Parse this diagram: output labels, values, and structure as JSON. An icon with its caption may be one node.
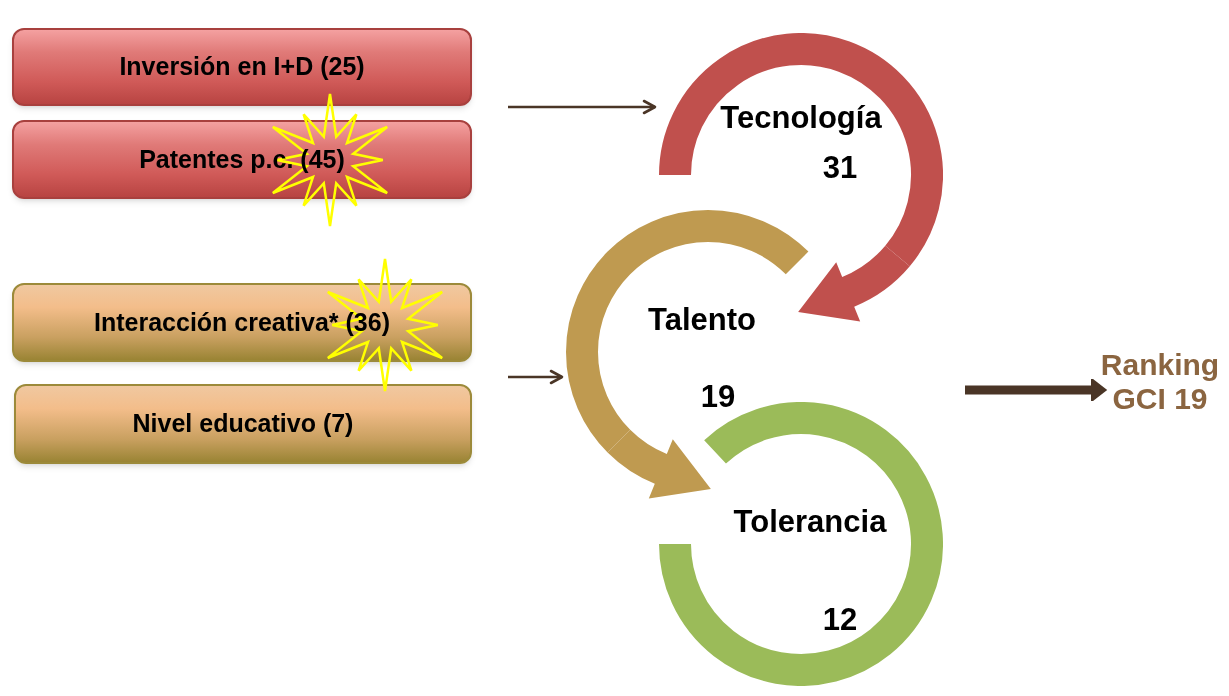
{
  "diagram": {
    "nodes": [
      {
        "text": [
          "Inversión en I+D (25)"
        ]
      },
      {
        "text": [
          "Patentes p.c. (45)"
        ]
      },
      {
        "text": [
          "Interacción creativa* (36)"
        ]
      },
      {
        "text": [
          "Nivel educativo (7)"
        ]
      },
      {
        "text": [
          "Tecnología",
          "31"
        ]
      },
      {
        "text": [
          "Talento",
          "19"
        ]
      },
      {
        "text": [
          "Tolerancia",
          "12"
        ]
      },
      {
        "text": [
          "Ranking GCI 19"
        ]
      }
    ],
    "edges": [
      {
        "from": null,
        "to": 4,
        "arrow": "to"
      },
      {
        "from": null,
        "to": 5,
        "arrow": "to"
      },
      {
        "from": null,
        "to": 7,
        "arrow": "to",
        "style": "thick"
      },
      {
        "from": 4,
        "to": 5,
        "arrow": "to",
        "color": "#c0504d"
      },
      {
        "from": 5,
        "to": 6,
        "arrow": "to",
        "color": "#bf9a50"
      }
    ]
  }
}
